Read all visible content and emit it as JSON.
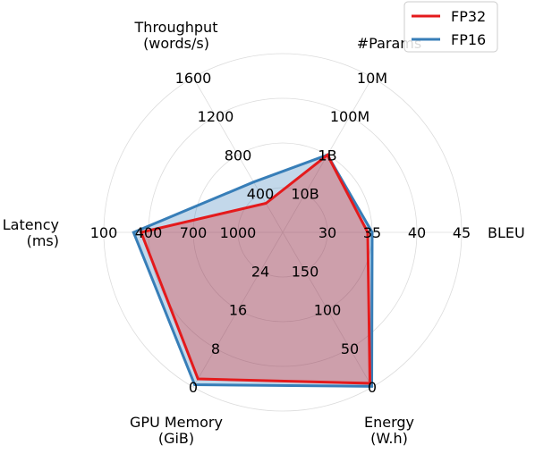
{
  "chart_data": {
    "type": "radar",
    "axes": [
      {
        "key": "throughput",
        "label_lines": [
          "Throughput",
          "(words/s)"
        ],
        "ticks": [
          "400",
          "800",
          "1200",
          "1600"
        ]
      },
      {
        "key": "params",
        "label_lines": [
          "#Params"
        ],
        "ticks": [
          "10B",
          "1B",
          "100M",
          "10M"
        ]
      },
      {
        "key": "bleu",
        "label_lines": [
          "BLEU"
        ],
        "ticks": [
          "30",
          "35",
          "40",
          "45"
        ]
      },
      {
        "key": "energy",
        "label_lines": [
          "Energy",
          "(W.h)"
        ],
        "ticks": [
          "150",
          "100",
          "50",
          "0"
        ]
      },
      {
        "key": "gpu_memory",
        "label_lines": [
          "GPU Memory",
          "(GiB)"
        ],
        "ticks": [
          "24",
          "16",
          "8",
          "0"
        ]
      },
      {
        "key": "latency",
        "label_lines": [
          "Latency",
          "(ms)"
        ],
        "ticks": [
          "1000",
          "700",
          "400",
          "100"
        ]
      }
    ],
    "series": [
      {
        "name": "FP32",
        "color": "#e41a1c",
        "fill": false,
        "values": {
          "throughput": 300,
          "params": "1B",
          "bleu": 34.5,
          "energy": 5,
          "gpu_memory": 1.7,
          "latency": 350
        }
      },
      {
        "name": "FP16",
        "color": "#377eb8",
        "fill": true,
        "values": {
          "throughput": 520,
          "params": "1B",
          "bleu": 35.0,
          "energy": 1,
          "gpu_memory": 0.5,
          "latency": 300
        }
      }
    ],
    "radial_levels": 4,
    "grid": true,
    "legend_position": "top-right"
  }
}
